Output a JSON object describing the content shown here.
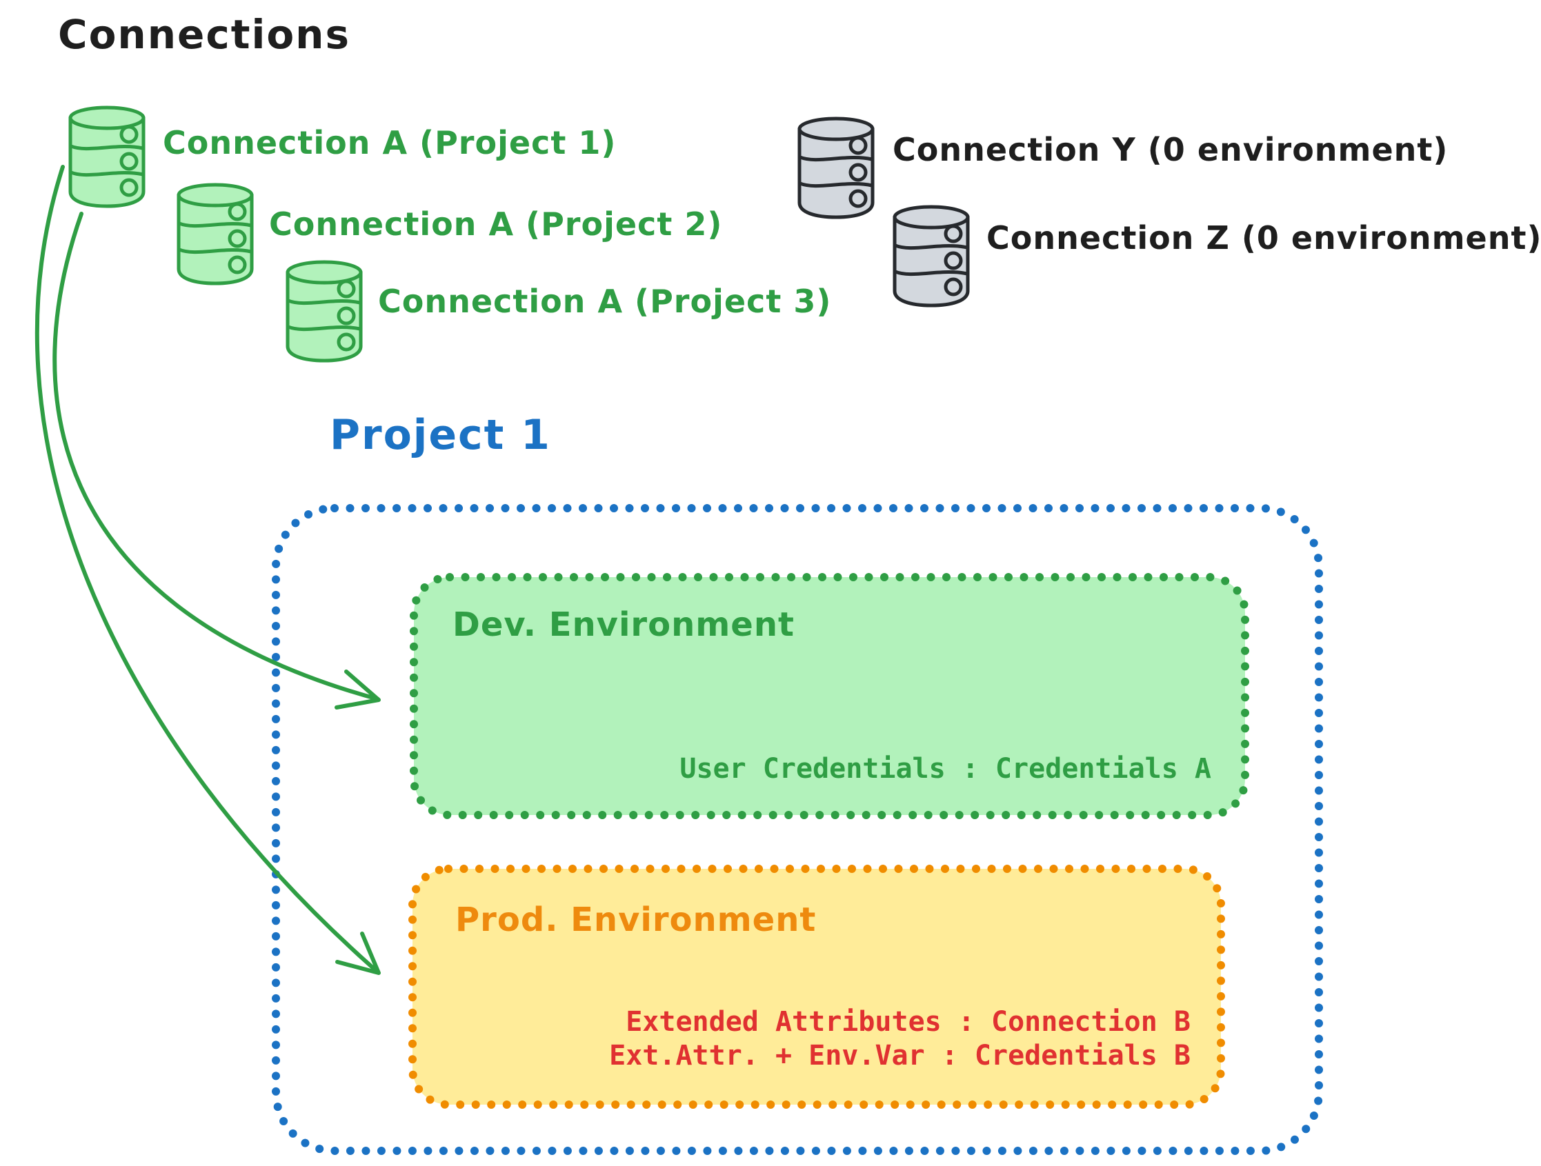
{
  "diagram_title": "Connections",
  "palette": {
    "text_dark": "#1e1e1e",
    "green_stroke": "#2f9e44",
    "green_fill": "#b2f2bb",
    "gray_stroke": "#26292d",
    "gray_fill": "#d3d8de",
    "blue": "#1b72c4",
    "orange_stroke": "#f08c00",
    "yellow_fill": "#ffec99",
    "red": "#e03131"
  },
  "connections": {
    "green": [
      {
        "label": "Connection A (Project 1)",
        "icon": "database-icon"
      },
      {
        "label": "Connection A (Project 2)",
        "icon": "database-icon"
      },
      {
        "label": "Connection A (Project 3)",
        "icon": "database-icon"
      }
    ],
    "gray": [
      {
        "label": "Connection Y (0 environment)",
        "icon": "database-icon"
      },
      {
        "label": "Connection Z (0 environment)",
        "icon": "database-icon"
      }
    ]
  },
  "project": {
    "title": "Project 1",
    "environments": [
      {
        "name": "Dev. Environment",
        "mappings": [
          "User Credentials : Credentials A"
        ]
      },
      {
        "name": "Prod. Environment",
        "mappings": [
          "Extended Attributes : Connection B",
          "Ext.Attr. + Env.Var : Credentials B"
        ]
      }
    ]
  }
}
